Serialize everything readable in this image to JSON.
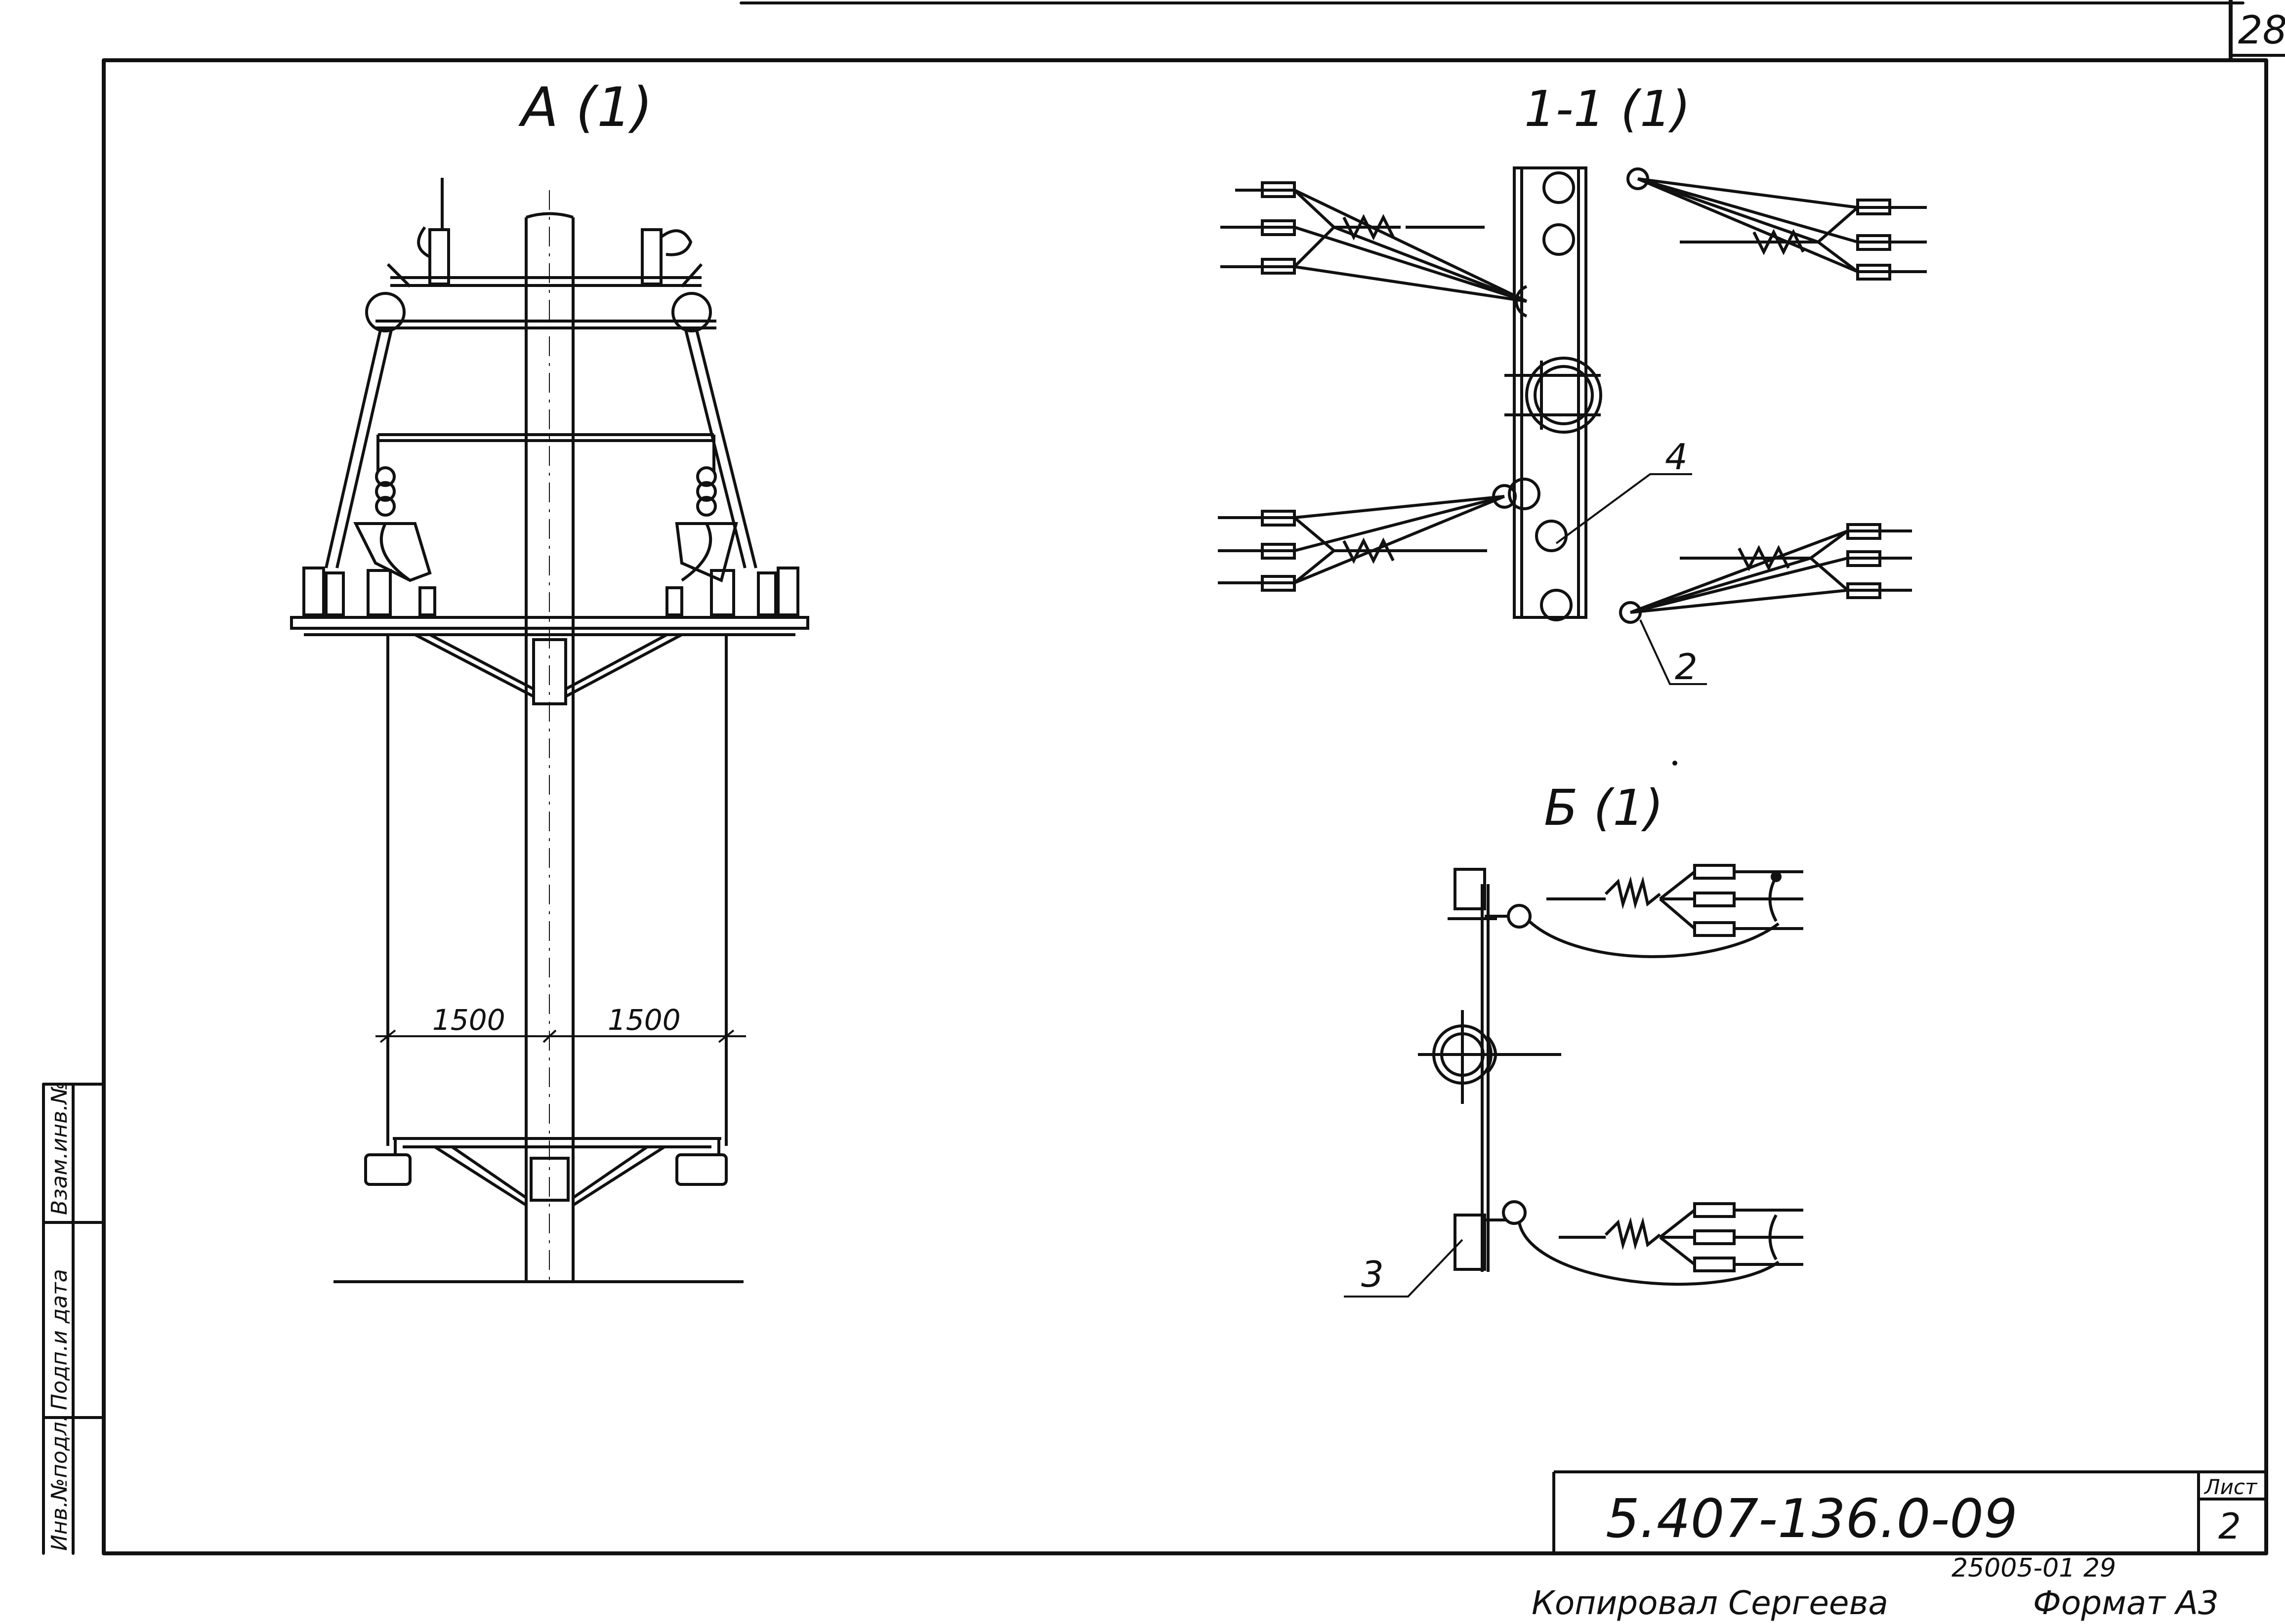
{
  "sheet_number_top": "28",
  "views": {
    "view_a": "A (1)",
    "section_1_1": "1-1 (1)",
    "view_b": "Б (1)"
  },
  "dimensions": {
    "left": "1500",
    "right": "1500"
  },
  "callouts": {
    "c2": "2",
    "c3": "3",
    "c4": "4"
  },
  "side_stamp": {
    "inv_no": "Инв.№подл.",
    "sign_date": "Подп.и дата",
    "replace_inv": "Взам.инв.№"
  },
  "title_block": {
    "document_code": "5.407-136.0-09",
    "sheet_label": "Лист",
    "sheet_value": "2",
    "archive_code": "25005-01   29"
  },
  "footer": {
    "copied_by": "Копировал  Сергеева",
    "format": "Формат А3"
  }
}
